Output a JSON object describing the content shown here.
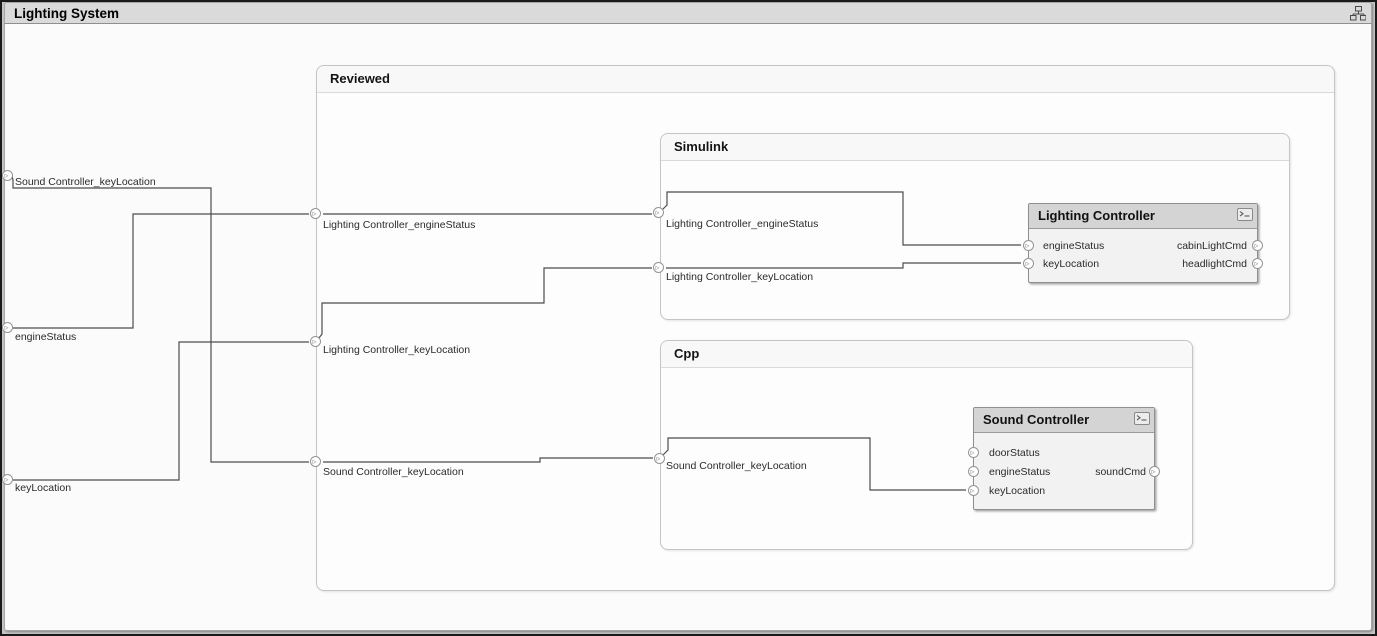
{
  "window": {
    "title": "Lighting System",
    "hierarchy_icon": "component-hierarchy-icon"
  },
  "root_ports": [
    {
      "label": "Sound Controller_keyLocation"
    },
    {
      "label": "engineStatus"
    },
    {
      "label": "keyLocation"
    }
  ],
  "reviewed": {
    "title": "Reviewed",
    "ports": [
      {
        "label": "Lighting Controller_engineStatus"
      },
      {
        "label": "Lighting Controller_keyLocation"
      },
      {
        "label": "Sound Controller_keyLocation"
      }
    ]
  },
  "simulink": {
    "title": "Simulink",
    "ports": [
      {
        "label": "Lighting Controller_engineStatus"
      },
      {
        "label": "Lighting Controller_keyLocation"
      }
    ]
  },
  "cpp": {
    "title": "Cpp",
    "ports": [
      {
        "label": "Sound Controller_keyLocation"
      }
    ]
  },
  "lighting_controller": {
    "title": "Lighting Controller",
    "badge_icon": "behavior-badge-icon",
    "inputs": [
      {
        "label": "engineStatus"
      },
      {
        "label": "keyLocation"
      }
    ],
    "outputs": [
      {
        "label": "cabinLightCmd"
      },
      {
        "label": "headlightCmd"
      }
    ]
  },
  "sound_controller": {
    "title": "Sound Controller",
    "badge_icon": "behavior-badge-icon",
    "inputs": [
      {
        "label": "doorStatus"
      },
      {
        "label": "engineStatus"
      },
      {
        "label": "keyLocation"
      }
    ],
    "outputs": [
      {
        "label": "soundCmd"
      }
    ]
  },
  "colors": {
    "wire": "#4d4d4d",
    "block_header": "#d4d4d4",
    "block_body": "#f2f2f2",
    "title_bar": "#dadada",
    "canvas": "#fbfbfb",
    "container_border": "#c5c5c5"
  }
}
